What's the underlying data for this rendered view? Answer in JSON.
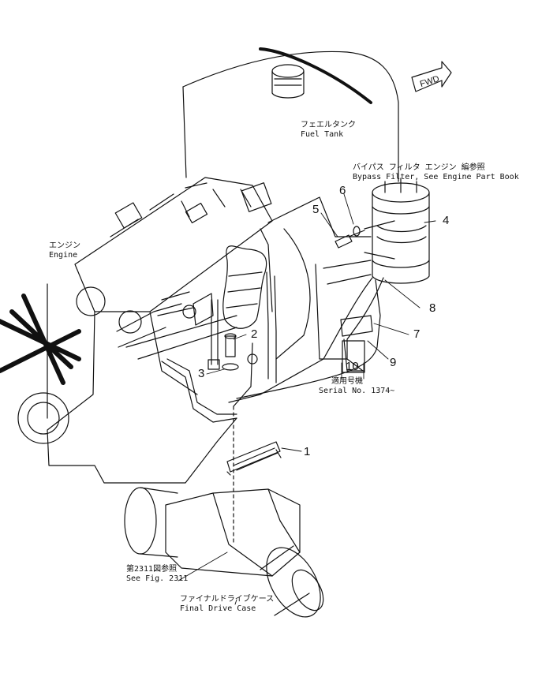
{
  "labels": {
    "fuel_tank_jp": "フェエルタンク",
    "fuel_tank_en": "Fuel Tank",
    "bypass_jp": "バイパス フィルタ エンジン 編参照",
    "bypass_en": "Bypass Filter, See Engine Part Book",
    "engine_jp": "エンジン",
    "engine_en": "Engine",
    "serial_jp": "適用号機",
    "serial_en": "Serial No. 1374~",
    "see_fig_jp": "第2311図参照",
    "see_fig_en": "See Fig. 2311",
    "final_drive_jp": "ファイナルドライブケース",
    "final_drive_en": "Final Drive Case",
    "fwd": "FWD"
  },
  "callouts": [
    "1",
    "2",
    "3",
    "4",
    "5",
    "6",
    "7",
    "8",
    "9",
    "10"
  ]
}
